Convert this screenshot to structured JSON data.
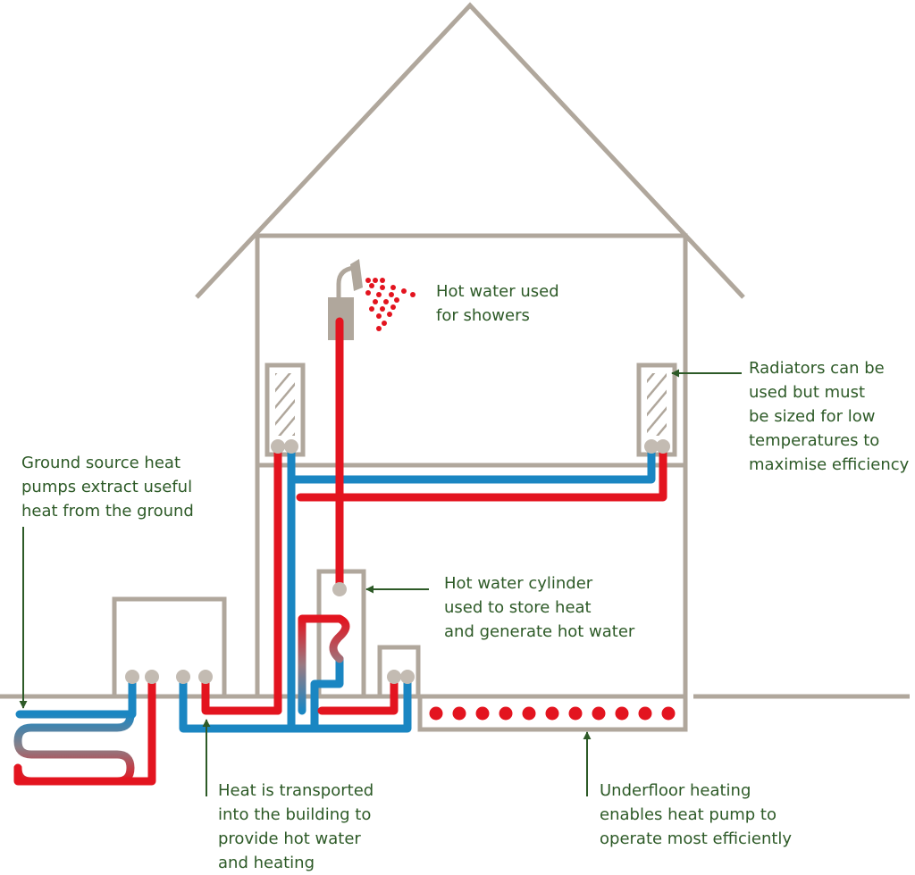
{
  "colors": {
    "house": "#b0a79c",
    "hot": "#e3141f",
    "cold": "#1a86c2",
    "annotation": "#2d5a27",
    "background": "#ffffff"
  },
  "labels": {
    "showers": "Hot water used\nfor showers",
    "radiators": "Radiators can be\nused but must\nbe sized for low\ntemperatures to\nmaximise efficiency",
    "ground_source": "Ground source heat\npumps extract useful\nheat from the ground",
    "cylinder": "Hot water cylinder\nused to store heat\nand generate hot water",
    "transport": "Heat is transported\ninto the building to\nprovide hot water\nand heating",
    "underfloor": "Underfloor heating\nenables heat pump to\noperate most efficiently"
  }
}
